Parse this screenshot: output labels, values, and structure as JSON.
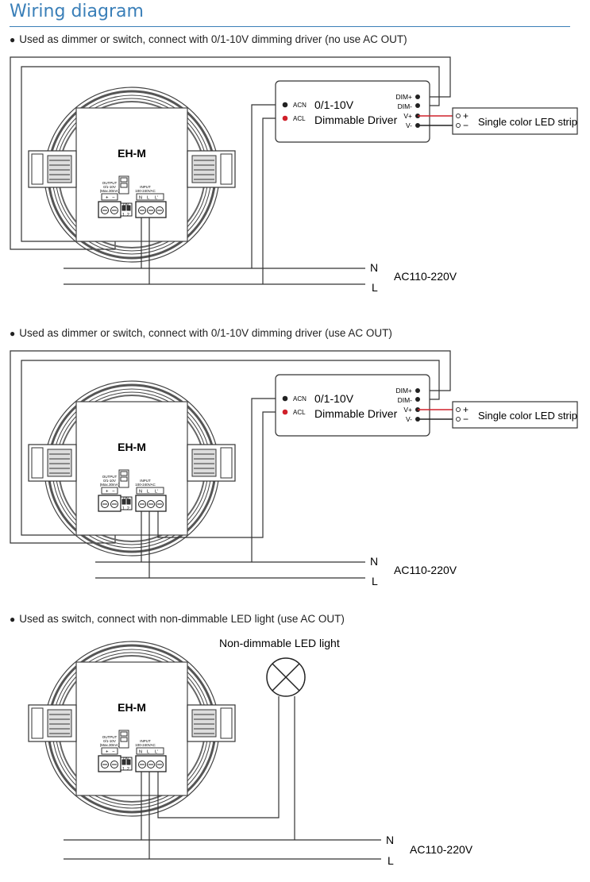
{
  "page": {
    "title": "Wiring diagram"
  },
  "sections": [
    {
      "caption": "Used as dimmer or switch, connect with 0/1-10V dimming driver (no use AC OUT)",
      "device": {
        "model": "EH-M",
        "output_label": "OUTPUT",
        "output_spec1": "0/1-10V",
        "output_spec2": "(Max.30mA)",
        "input_label": "INPUT",
        "input_spec": "100-240VAC",
        "on_label": "ON",
        "terminals_out": [
          "+",
          "−"
        ],
        "terminals_in": [
          "N",
          "L",
          "L'"
        ],
        "dip": [
          "1",
          "2"
        ]
      },
      "driver": {
        "acn": "ACN",
        "acl": "ACL",
        "line1": "0/1-10V",
        "line2": "Dimmable Driver",
        "dim_plus": "DIM+",
        "dim_minus": "DIM-",
        "v_plus": "V+",
        "v_minus": "V-"
      },
      "strip": {
        "label": "Single color LED strip",
        "plus": "+",
        "minus": "−"
      },
      "mains": {
        "n": "N",
        "l": "L",
        "voltage": "AC110-220V"
      }
    },
    {
      "caption": "Used as dimmer or switch, connect with 0/1-10V dimming driver (use AC OUT)",
      "device": {
        "model": "EH-M",
        "output_label": "OUTPUT",
        "output_spec1": "0/1-10V",
        "output_spec2": "(Max.30mA)",
        "input_label": "INPUT",
        "input_spec": "100-240VAC",
        "on_label": "ON",
        "terminals_out": [
          "+",
          "−"
        ],
        "terminals_in": [
          "N",
          "L",
          "L'"
        ],
        "dip": [
          "1",
          "2"
        ]
      },
      "driver": {
        "acn": "ACN",
        "acl": "ACL",
        "line1": "0/1-10V",
        "line2": "Dimmable Driver",
        "dim_plus": "DIM+",
        "dim_minus": "DIM-",
        "v_plus": "V+",
        "v_minus": "V-"
      },
      "strip": {
        "label": "Single color LED strip",
        "plus": "+",
        "minus": "−"
      },
      "mains": {
        "n": "N",
        "l": "L",
        "voltage": "AC110-220V"
      }
    },
    {
      "caption": "Used as switch, connect with non-dimmable LED light (use AC OUT)",
      "device": {
        "model": "EH-M",
        "output_label": "OUTPUT",
        "output_spec1": "0/1-10V",
        "output_spec2": "(Max.30mA)",
        "input_label": "INPUT",
        "input_spec": "100-240VAC",
        "on_label": "ON",
        "terminals_out": [
          "+",
          "−"
        ],
        "terminals_in": [
          "N",
          "L",
          "L'"
        ],
        "dip": [
          "1",
          "2"
        ]
      },
      "lamp": {
        "label": "Non-dimmable LED light"
      },
      "mains": {
        "n": "N",
        "l": "L",
        "voltage": "AC110-220V"
      }
    }
  ]
}
